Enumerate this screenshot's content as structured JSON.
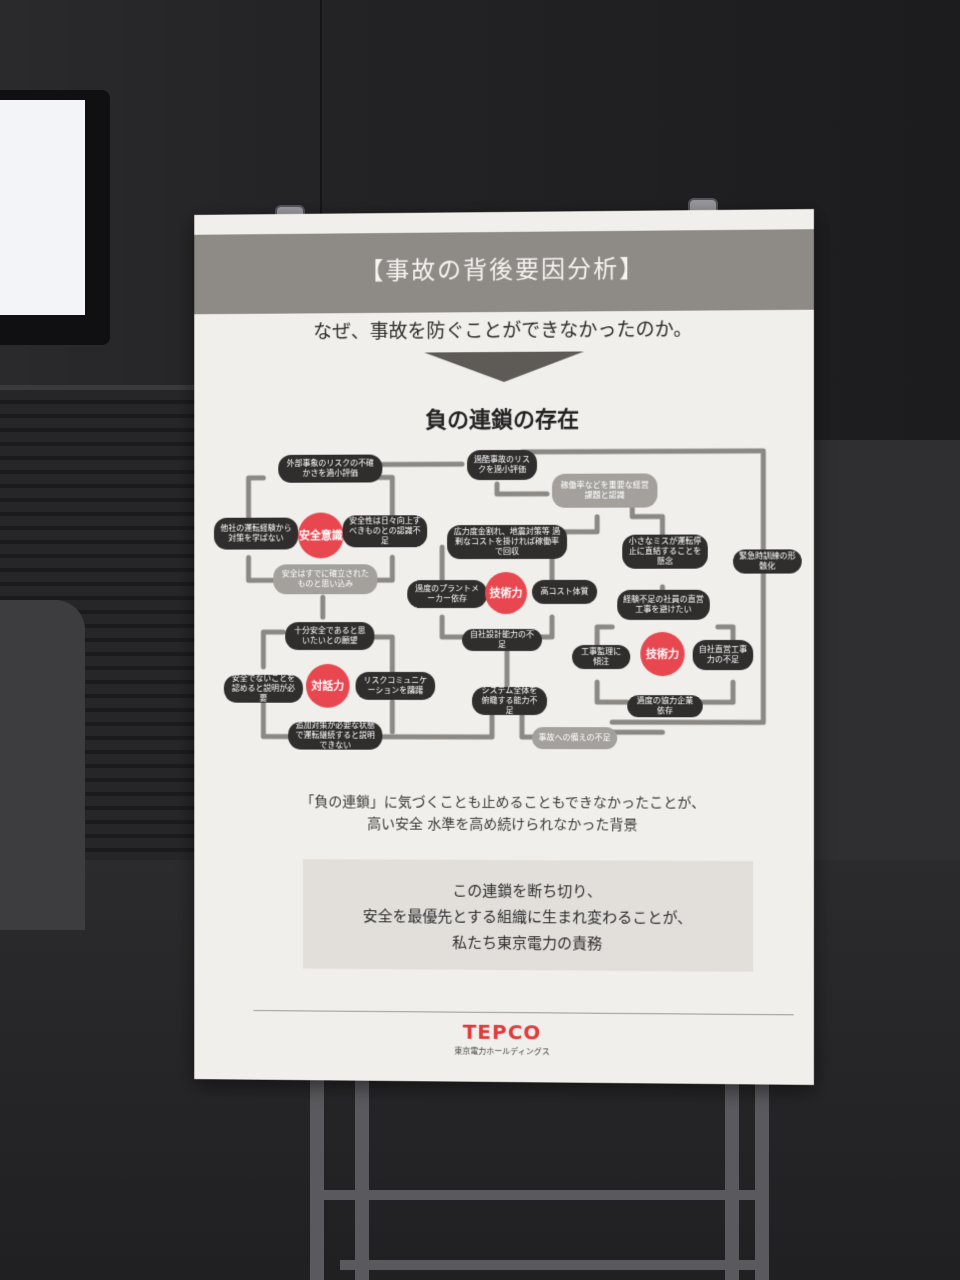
{
  "sign": {
    "title": "【事故の背後要因分析】",
    "question": "なぜ、事故を防ぐことができなかったのか。",
    "heading": "負の連鎖の存在",
    "tagline_lines": [
      "「負の連鎖」に気づくことも止めることもできなかったことが、",
      "高い安全 水準を高め続けられなかった背景"
    ],
    "message_lines": [
      "この連鎖を断ち切り、",
      "安全を最優先とする組織に生まれ変わることが、",
      "私たち東京電力の責務"
    ],
    "logo": "TEPCO",
    "logo_sub": "東京電力ホールディングス"
  },
  "diagram": {
    "centers": {
      "safety": "安全意識",
      "tech_left": "技術力",
      "dialogue": "対話力",
      "tech_right": "技術力"
    },
    "nodes": {
      "n1": "外部事象のリスクの不確かさを過小評価",
      "n2": "過酷事故のリスクを過小評価",
      "n3": "稼働率などを重要な経営課題と認識",
      "n4": "他社の運転経験から対策を学ばない",
      "n5": "安全性は日々向上すべきものとの認識不足",
      "n6": "安全はすでに確立されたものと思い込み",
      "n7": "広力度金割れ、地震対策等 過剰なコストを掛ければ稼働率で回収",
      "n8": "小さなミスが運転停止に直結することを懸念",
      "n9": "緊急時訓練の形骸化",
      "n10": "過度のプラントメーカー依存",
      "n11": "高コスト体質",
      "n12": "経験不足の社員の直営工事を避けたい",
      "n13": "十分安全であると思いたいとの願望",
      "n14": "自社設計能力の不足",
      "n15": "工事監理に傾注",
      "n16": "自社直営工事力の不足",
      "n17": "安全でないことを認めると説明が必要",
      "n18": "リスクコミュニケーションを躊躇",
      "n19": "システム全体を俯瞰する能力不足",
      "n20": "過度の協力企業依存",
      "n21": "追加対策が必要な状態で運転継続すると説明できない",
      "n22": "事故への備えの不足"
    }
  }
}
